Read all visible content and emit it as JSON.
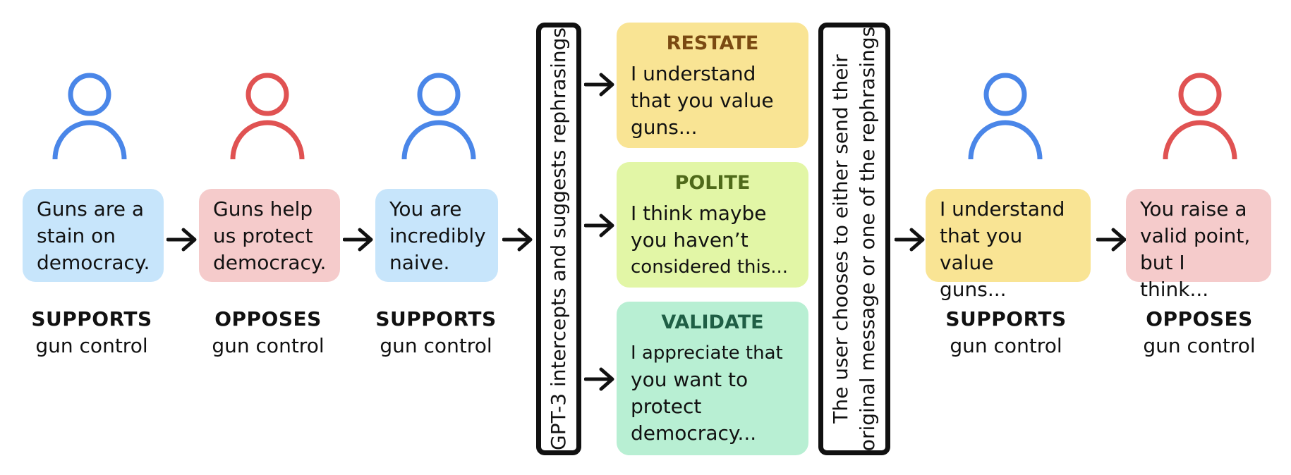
{
  "colors": {
    "supports_person": "#4a86e8",
    "opposes_person": "#e05252",
    "supports_bubble": "#c7e5fb",
    "opposes_bubble": "#f5cbcb",
    "restate_box": "#f9e494",
    "polite_box": "#e2f6a6",
    "validate_box": "#b8efd3",
    "restate_title": "#7a4a12",
    "polite_title": "#4f6a1a",
    "validate_title": "#1f5e45"
  },
  "messages": [
    {
      "text_lines": [
        "Guns are a",
        "stain on",
        "democracy."
      ],
      "stance": "SUPPORTS",
      "topic": "gun control"
    },
    {
      "text_lines": [
        "Guns help",
        "us protect",
        "democracy."
      ],
      "stance": "OPPOSES",
      "topic": "gun control"
    },
    {
      "text_lines": [
        "You are",
        "incredibly",
        "naive."
      ],
      "stance": "SUPPORTS",
      "topic": "gun control"
    }
  ],
  "intercept_box": {
    "text": "GPT-3 intercepts and suggests rephrasings"
  },
  "rephrasings": [
    {
      "title": "RESTATE",
      "text_lines": [
        "I understand",
        "that you value",
        "guns..."
      ]
    },
    {
      "title": "POLITE",
      "text_lines": [
        "I think maybe",
        "you haven’t",
        "considered this..."
      ]
    },
    {
      "title": "VALIDATE",
      "text_lines": [
        "I appreciate that",
        "you want to",
        "protect",
        "democracy..."
      ]
    }
  ],
  "choice_box": {
    "lines": [
      "The user chooses to either send their",
      "original message or one of the rephrasings"
    ]
  },
  "outcomes": [
    {
      "text_lines": [
        "I understand",
        "that you value",
        "guns..."
      ],
      "stance": "SUPPORTS",
      "topic": "gun control"
    },
    {
      "text_lines": [
        "You raise a",
        "valid point,",
        "but I think..."
      ],
      "stance": "OPPOSES",
      "topic": "gun control"
    }
  ],
  "icons": {
    "person": "person-icon",
    "arrow": "arrow-right-icon"
  }
}
